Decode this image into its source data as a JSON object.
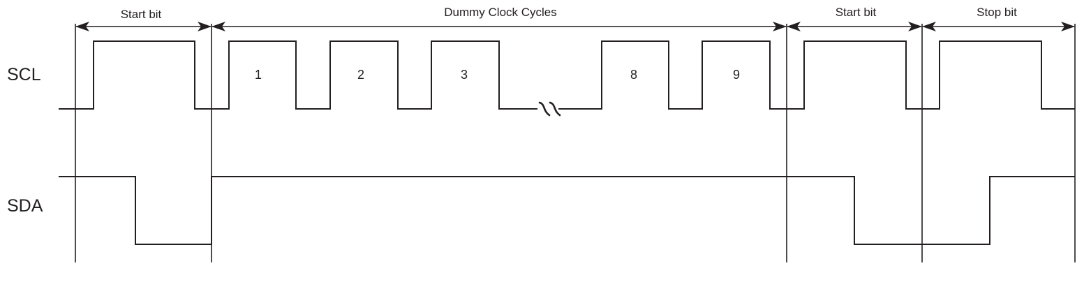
{
  "signals": {
    "scl": "SCL",
    "sda": "SDA"
  },
  "spans": {
    "start_bit_1": "Start bit",
    "dummy_cycles": "Dummy Clock Cycles",
    "start_bit_2": "Start bit",
    "stop_bit": "Stop bit"
  },
  "pulses": [
    "1",
    "2",
    "3",
    "8",
    "9"
  ],
  "colors": {
    "ink": "#231f20",
    "background": "#ffffff"
  }
}
